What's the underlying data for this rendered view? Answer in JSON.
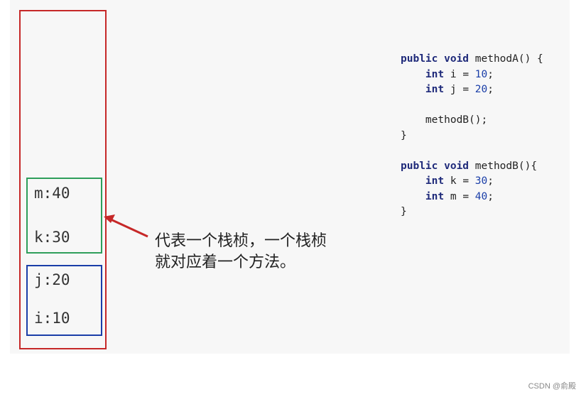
{
  "stack_frames": {
    "method_b": {
      "vars": [
        "m:40",
        "k:30"
      ]
    },
    "method_a": {
      "vars": [
        "j:20",
        "i:10"
      ]
    }
  },
  "caption": {
    "line1": "代表一个栈桢，一个栈桢",
    "line2": "就对应着一个方法。"
  },
  "code": {
    "method_a": {
      "signature_kw": "public void",
      "signature_rest": " methodA() {",
      "decl1_kw": "int",
      "decl1_rest": " i = ",
      "decl1_val": "10",
      "decl2_kw": "int",
      "decl2_rest": " j = ",
      "decl2_val": "20",
      "call": "methodB();",
      "close": "}"
    },
    "method_b": {
      "signature_kw": "public void",
      "signature_rest": " methodB(){",
      "decl1_kw": "int",
      "decl1_rest": " k = ",
      "decl1_val": "30",
      "decl2_kw": "int",
      "decl2_rest": " m = ",
      "decl2_val": "40",
      "close": "}"
    }
  },
  "watermark": "CSDN @俞殿",
  "colors": {
    "stack_border": "#c62828",
    "frame_b_border": "#2e9e5b",
    "frame_a_border": "#1a3ea8",
    "arrow": "#c62828",
    "keyword": "#1f2a7a",
    "number": "#1a3ea8"
  }
}
